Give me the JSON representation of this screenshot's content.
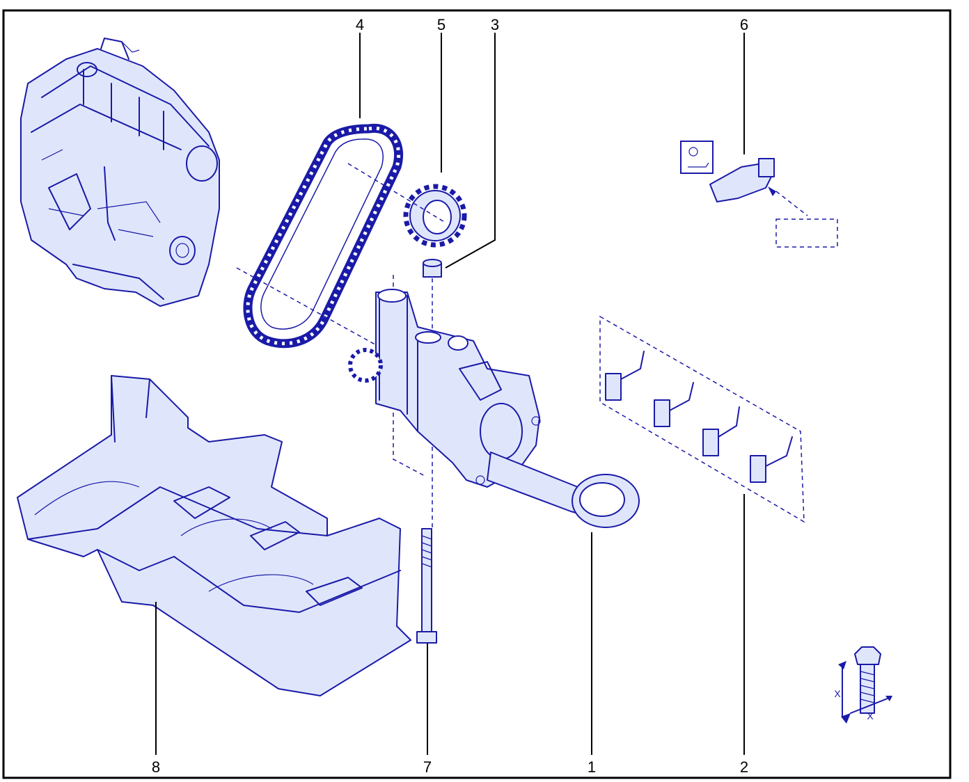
{
  "diagram": {
    "callouts": [
      {
        "id": "c4",
        "label": "4"
      },
      {
        "id": "c5",
        "label": "5"
      },
      {
        "id": "c3",
        "label": "3"
      },
      {
        "id": "c6",
        "label": "6"
      },
      {
        "id": "c8",
        "label": "8"
      },
      {
        "id": "c7",
        "label": "7"
      },
      {
        "id": "c1",
        "label": "1"
      },
      {
        "id": "c2",
        "label": "2"
      }
    ],
    "torque_symbol_label": "X",
    "colors": {
      "line": "#1a1aa8",
      "fill": "#dfe6fb",
      "frame": "#000000"
    }
  }
}
